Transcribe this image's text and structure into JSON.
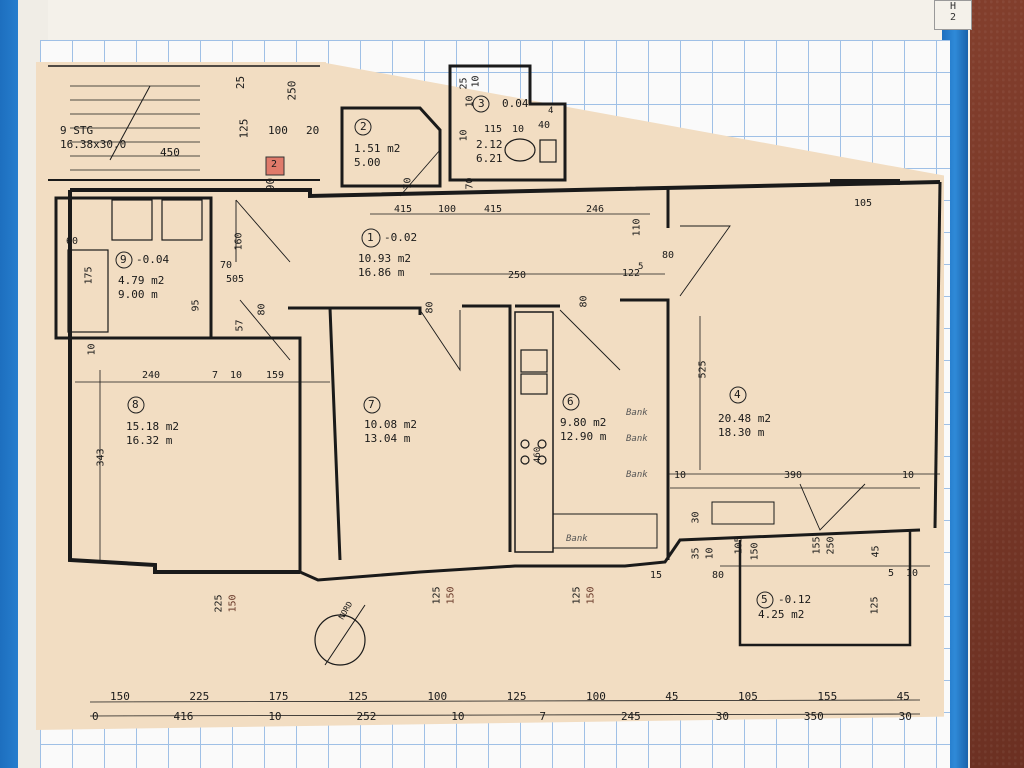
{
  "stamp": "H\n2",
  "top_left": {
    "stairs": "9 STG",
    "stairs_dim": "16.38x30.0",
    "dim_450": "450",
    "dim_125": "125",
    "dim_100": "100",
    "dim_20": "20",
    "dim_250": "250",
    "dim_25": "25",
    "dim_90": "90",
    "marker": "2"
  },
  "rooms": [
    {
      "id": "room-1",
      "num": "1",
      "level": "-0.02",
      "area": "10.93 m2",
      "perimeter": "16.86 m"
    },
    {
      "id": "room-2",
      "num": "2",
      "level": "",
      "area": "1.51 m2",
      "perimeter": "5.00"
    },
    {
      "id": "room-3",
      "num": "3",
      "level": "0.04",
      "area": "2.12",
      "perimeter": "6.21"
    },
    {
      "id": "room-4",
      "num": "4",
      "level": "",
      "area": "20.48 m2",
      "perimeter": "18.30 m"
    },
    {
      "id": "room-5",
      "num": "5",
      "level": "-0.12",
      "area": "4.25 m2",
      "perimeter": ""
    },
    {
      "id": "room-6",
      "num": "6",
      "level": "",
      "area": "9.80 m2",
      "perimeter": "12.90 m"
    },
    {
      "id": "room-7",
      "num": "7",
      "level": "",
      "area": "10.08 m2",
      "perimeter": "13.04 m"
    },
    {
      "id": "room-8",
      "num": "8",
      "level": "",
      "area": "15.18 m2",
      "perimeter": "16.32 m"
    },
    {
      "id": "room-9",
      "num": "9",
      "level": "-0.04",
      "area": "4.79 m2",
      "perimeter": "9.00 m"
    }
  ],
  "dims": {
    "d415a": "415",
    "d100": "100",
    "d415b": "415",
    "d246": "246",
    "d105": "105",
    "d110": "110",
    "d80a": "80",
    "d250": "250",
    "d122": "122",
    "d5": "5",
    "d80b": "80",
    "d80c": "80",
    "d525": "525",
    "d240": "240",
    "d7": "7",
    "d10a": "10",
    "d159": "159",
    "d343": "343",
    "d390": "390",
    "d10b": "10",
    "d10c": "10",
    "d175": "175",
    "d160": "160",
    "d70a": "70",
    "d505": "505",
    "d95": "95",
    "d57": "57",
    "d60": "60",
    "d10d": "10",
    "d30": "30",
    "d15": "15",
    "d35": "35",
    "d10e": "10",
    "d80d": "80",
    "d105b": "105",
    "d150a": "150",
    "d155": "155",
    "d250b": "250",
    "d45": "45",
    "d5b": "5",
    "d10f": "10",
    "d125g": "125",
    "d225": "225",
    "d150b": "150",
    "d125a": "125",
    "d150c": "150",
    "d125b": "125",
    "d150d": "150",
    "d70b": "70",
    "d70c": "70",
    "d115": "115",
    "d10g": "10",
    "d40": "40",
    "d4": "4",
    "d25": "25",
    "d10h": "10",
    "d10i": "10",
    "d10j": "10",
    "d80e": "80"
  },
  "bottom_dims_row1": [
    "150",
    "225",
    "175",
    "125",
    "100",
    "125",
    "100",
    "45",
    "105",
    "155",
    "45"
  ],
  "bottom_dims_row2": [
    "0",
    "416",
    "10",
    "252",
    "10",
    "7",
    "245",
    "30",
    "350",
    "30"
  ],
  "nord": "NORD",
  "notes": [
    "Bank",
    "Bank",
    "Bank",
    "Bank",
    "460"
  ]
}
